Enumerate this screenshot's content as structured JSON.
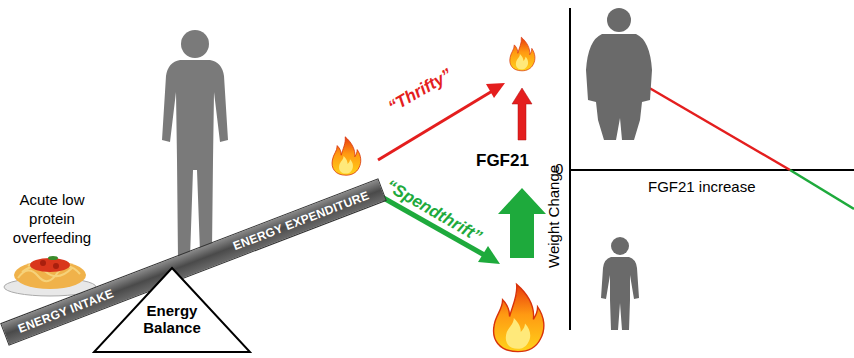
{
  "diagram": {
    "nodes": [
      {
        "text": [
          "ENERGY INTAKE",
          "ENERGY EXPENDITURE"
        ]
      },
      {
        "text": [
          "Energy Balance"
        ]
      }
    ],
    "labels": [
      "Acute low protein overfeeding",
      "“Thrifty”",
      "“Spendthrift”",
      "FGF21",
      "Weight Change",
      "0",
      "FGF21 increase"
    ]
  }
}
